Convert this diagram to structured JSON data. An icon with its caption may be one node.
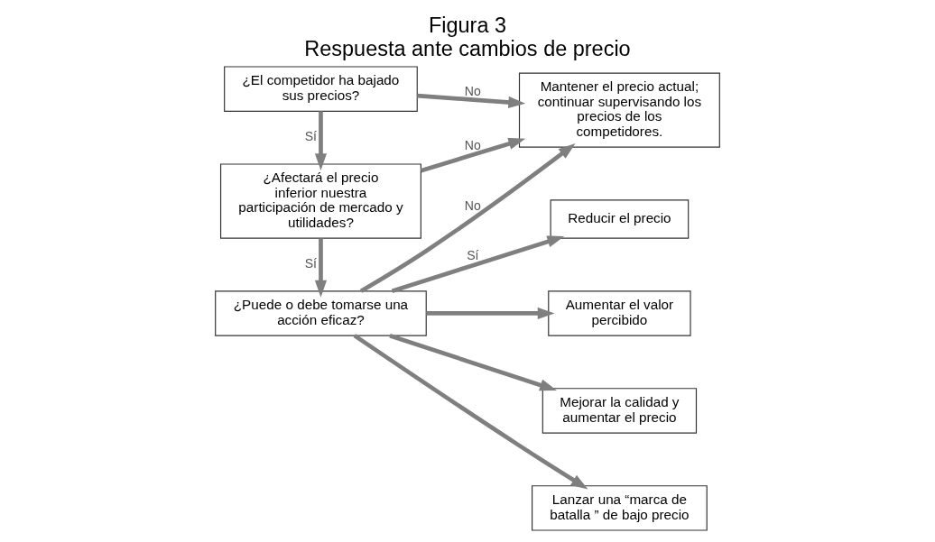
{
  "diagram": {
    "title": "Figura 3",
    "caption": "Respuesta ante cambios de precio",
    "nodes": [
      {
        "text": [
          "¿El competidor ha bajado sus precios?"
        ]
      },
      {
        "text": [
          "Mantener el precio actual; continuar supervisando los precios de los competidores."
        ]
      },
      {
        "text": [
          "¿Afectará el precio inferior nuestra participación de mercado y utilidades?"
        ]
      },
      {
        "text": [
          "¿Puede o debe tomarse una acción eficaz?"
        ]
      },
      {
        "text": [
          "Reducir el precio"
        ]
      },
      {
        "text": [
          "Aumentar el valor percibido"
        ]
      },
      {
        "text": [
          "Mejorar la calidad y aumentar el precio"
        ]
      },
      {
        "text": [
          "Lanzar una “marca de batalla ” de bajo precio"
        ]
      }
    ],
    "edges": [
      {
        "from": 0,
        "to": 1,
        "arrow": "to",
        "label": "No"
      },
      {
        "from": 0,
        "to": 2,
        "arrow": "to",
        "label": "Sí"
      },
      {
        "from": 2,
        "to": 1,
        "arrow": "to",
        "label": "No"
      },
      {
        "from": 2,
        "to": 3,
        "arrow": "to",
        "label": "Sí"
      },
      {
        "from": 3,
        "to": 1,
        "arrow": "to",
        "label": "No"
      },
      {
        "from": 3,
        "to": 4,
        "arrow": "to",
        "label": "Sí"
      },
      {
        "from": 3,
        "to": 5,
        "arrow": "to"
      },
      {
        "from": 3,
        "to": 6,
        "arrow": "to"
      },
      {
        "from": 3,
        "to": 7,
        "arrow": "to"
      }
    ]
  }
}
